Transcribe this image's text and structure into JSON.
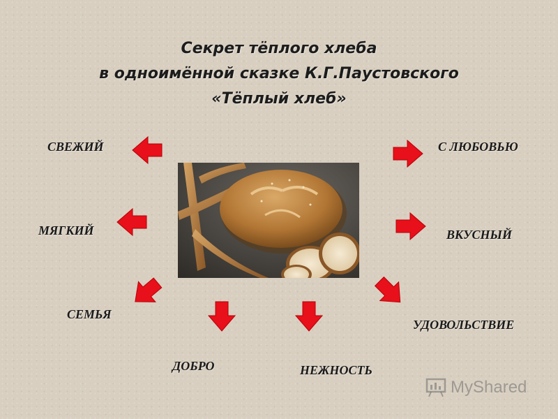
{
  "title": {
    "line1": "Секрет тёплого хлеба",
    "line2": "в одноимённой сказке К.Г.Паустовского",
    "line3": "«Тёплый хлеб»"
  },
  "words": {
    "svezhiy": "СВЕЖИЙ",
    "myagkiy": "МЯГКИЙ",
    "semya": "СЕМЬЯ",
    "dobro": "ДОБРО",
    "nezhnost": "НЕЖНОСТЬ",
    "udovolstvie": "УДОВОЛЬСТВИЕ",
    "vkusnyy": "ВКУСНЫЙ",
    "s_lyubovyu": "С  ЛЮБОВЬЮ"
  },
  "colors": {
    "arrow": "#e8101a",
    "background": "#d8cfc0"
  },
  "photo": {
    "subject": "bread-loaf-photo"
  },
  "watermark": {
    "text": "MyShared"
  }
}
